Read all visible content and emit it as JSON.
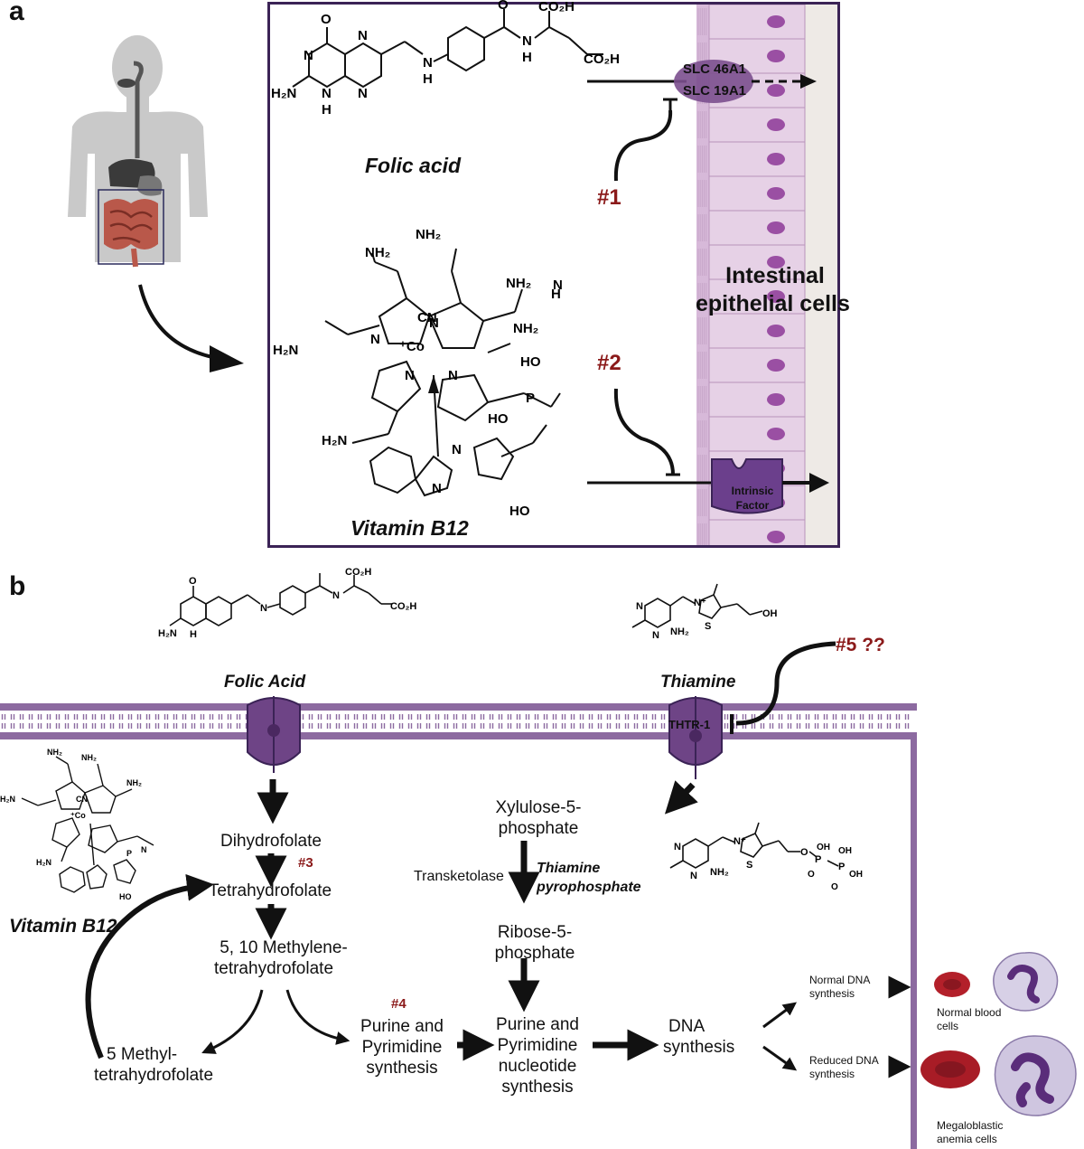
{
  "panel_a": {
    "letter": "a",
    "folic_acid_label": "Folic acid",
    "vitamin_b12_label": "Vitamin B12",
    "transporter_1": "SLC 46A1",
    "transporter_2": "SLC 19A1",
    "marker_1": "#1",
    "marker_2": "#2",
    "epithelium_label_line1": "Intestinal",
    "epithelium_label_line2": "epithelial cells",
    "intrinsic_factor_line1": "Intrinsic",
    "intrinsic_factor_line2": "Factor"
  },
  "panel_b": {
    "letter": "b",
    "folic_acid_label": "Folic Acid",
    "thiamine_label": "Thiamine",
    "vitamin_b12_label": "Vitamin B12",
    "thtr_label": "THTR-1",
    "marker_3": "#3",
    "marker_4": "#4",
    "marker_5": "#5 ??",
    "dihydrofolate": "Dihydrofolate",
    "tetrahydrofolate": "Tetrahydrofolate",
    "methylene_line1": "5, 10 Methylene-",
    "methylene_line2": "tetrahydrofolate",
    "methyl_line1": "5 Methyl-",
    "methyl_line2": "tetrahydrofolate",
    "purine_line1": "Purine and",
    "purine_line2": "Pyrimidine",
    "purine_line3": "synthesis",
    "xylulose_line1": "Xylulose-5-",
    "xylulose_line2": "phosphate",
    "transketolase": "Transketolase",
    "tpp_line1": "Thiamine",
    "tpp_line2": "pyrophosphate",
    "ribose_line1": "Ribose-5-",
    "ribose_line2": "phosphate",
    "nucleotide_line1": "Purine and",
    "nucleotide_line2": "Pyrimidine",
    "nucleotide_line3": "nucleotide",
    "nucleotide_line4": "synthesis",
    "dna_line1": "DNA",
    "dna_line2": "synthesis",
    "normal_dna_line1": "Normal DNA",
    "normal_dna_line2": "synthesis",
    "reduced_dna_line1": "Reduced DNA",
    "reduced_dna_line2": "synthesis",
    "normal_cells_line1": "Normal blood",
    "normal_cells_line2": "cells",
    "mega_cells_line1": "Megaloblastic",
    "mega_cells_line2": "anemia cells"
  },
  "chem": {
    "co2h": "CO₂H",
    "h2n": "H₂N",
    "nh2": "NH₂",
    "o": "O",
    "n": "N",
    "h": "H",
    "s": "S",
    "oh": "OH",
    "ho": "HO",
    "p": "P",
    "co": "⁺Co",
    "cn": "CN",
    "n_plus": "N⁺"
  },
  "colors": {
    "accent_purple": "#6b3f8c",
    "membrane_purple": "#8c6aa0",
    "cell_fill": "#e3cde4",
    "nucleus": "#9a4fa3",
    "marker_red": "#8b1a1a",
    "rbc_red": "#b3202a"
  }
}
